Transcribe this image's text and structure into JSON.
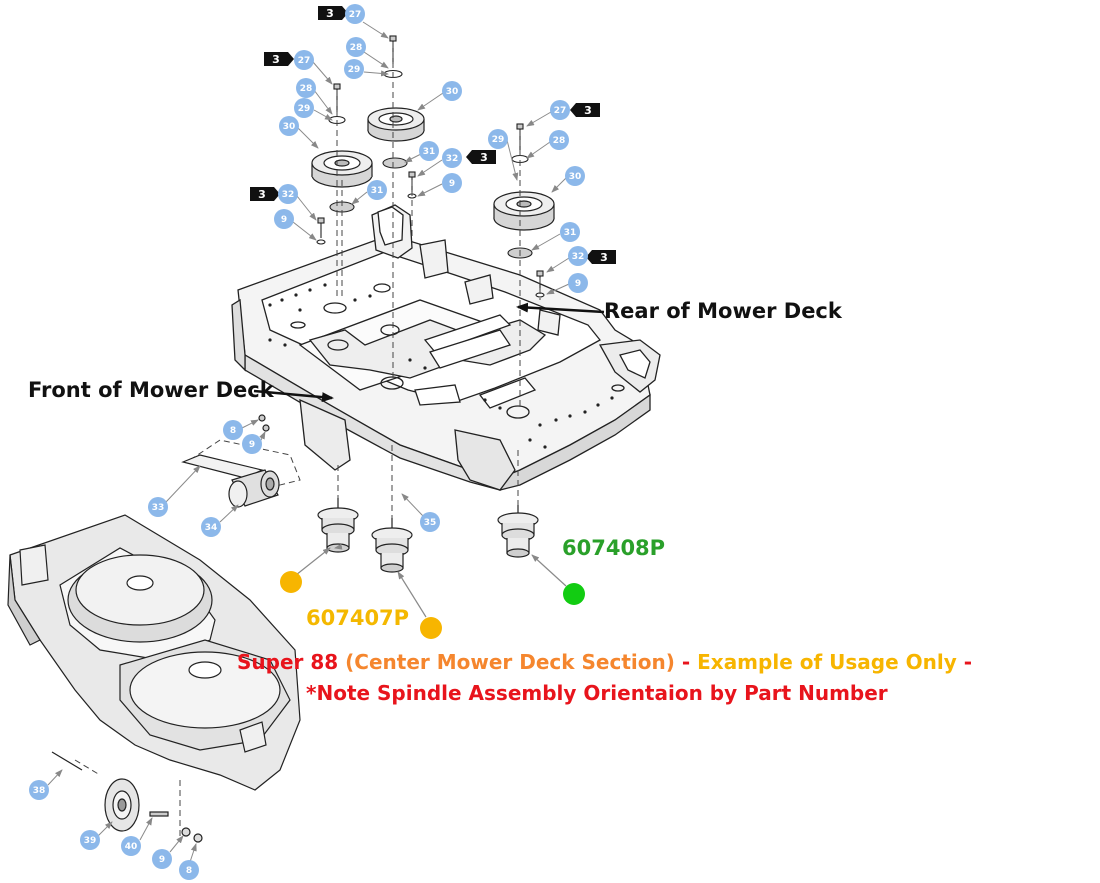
{
  "colors": {
    "bubble": "#8cb8ea",
    "bubble_text": "#ffffff",
    "flag": "#111111",
    "line": "#222222",
    "gray_fill": "#cfcfcf",
    "green": "#2aa02a",
    "green_dot": "#12cc12",
    "yellow": "#f4b800",
    "yellow_dot": "#f7b500",
    "red": "#e8141c",
    "orange": "#f5862e",
    "caption_yellow": "#f7b500"
  },
  "callouts": {
    "rear": "Rear of Mower Deck",
    "front": "Front of Mower Deck"
  },
  "part_numbers": {
    "green": "607408P",
    "yellow": "607407P"
  },
  "caption": {
    "line1_part1": "Super 88 ",
    "line1_part2": "(Center Mower Deck Section)",
    "line1_part3": " - ",
    "line1_part4": "Example of Usage Only",
    "line1_part5": " -",
    "line2": "*Note Spindle Assembly Orientaion by Part Number"
  },
  "bubbles": [
    "27",
    "27",
    "28",
    "29",
    "28",
    "29",
    "30",
    "30",
    "31",
    "32",
    "9",
    "31",
    "32",
    "9",
    "27",
    "28",
    "29",
    "30",
    "31",
    "32",
    "9",
    "8",
    "9",
    "33",
    "34",
    "35",
    "38",
    "39",
    "40",
    "9",
    "8"
  ],
  "flags": [
    "3",
    "3",
    "3",
    "3",
    "3",
    "3"
  ]
}
